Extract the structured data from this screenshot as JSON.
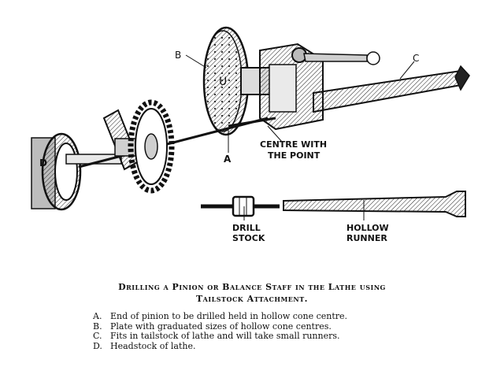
{
  "labels": {
    "b": "B",
    "c": "C",
    "d": "D",
    "a": "A",
    "centre_line1": "CENTRE WITH",
    "centre_line2": "THE POINT",
    "drill_line1": "DRILL",
    "drill_line2": "STOCK",
    "runner_line1": "HOLLOW",
    "runner_line2": "RUNNER"
  },
  "caption": {
    "line1": "Drilling a Pinion or Balance Staff in the Lathe using",
    "line2": "Tailstock Attachment."
  },
  "legend": [
    {
      "key": "A.",
      "text": "End of pinion to be drilled held in hollow cone centre."
    },
    {
      "key": "B.",
      "text": "Plate with graduated sizes of hollow cone centres."
    },
    {
      "key": "C.",
      "text": "Fits in tailstock of lathe and will take small runners."
    },
    {
      "key": "D.",
      "text": "Headstock of lathe."
    }
  ]
}
